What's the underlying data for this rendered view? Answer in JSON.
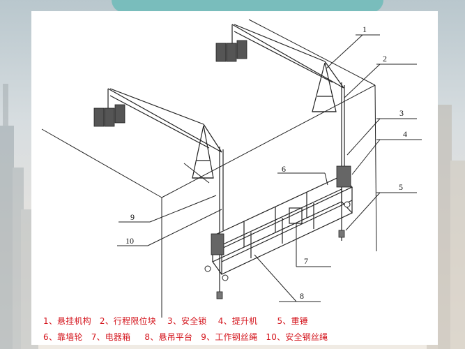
{
  "callouts": [
    "1",
    "2",
    "3",
    "4",
    "5",
    "6",
    "7",
    "8",
    "9",
    "10"
  ],
  "legend": {
    "row1": [
      "1、悬挂机构",
      "2、行程限位块",
      "3、安全锁",
      "4、提升机",
      "5、重锤"
    ],
    "row2": [
      "6、靠墙轮",
      "7、电器箱",
      "8、悬吊平台",
      "9、工作钢丝绳",
      "10、安全钢丝绳"
    ]
  },
  "colors": {
    "legend_text": "#d4141c",
    "line": "#222222",
    "top_band": "#79bdbc"
  }
}
